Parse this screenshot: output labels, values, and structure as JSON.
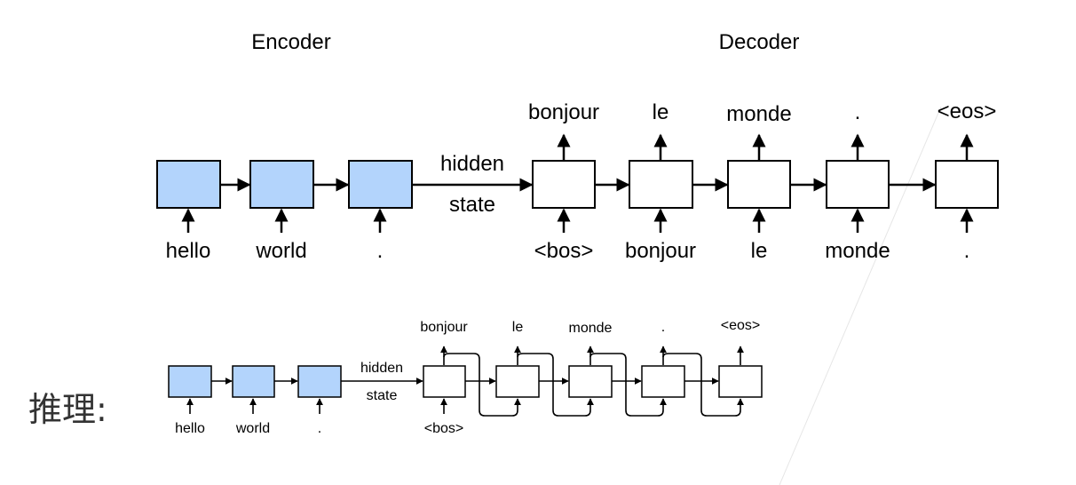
{
  "colors": {
    "encoder_fill": "#b3d4fc",
    "decoder_fill": "#ffffff",
    "stroke": "#000000",
    "side_text": "#333333"
  },
  "training": {
    "encoder_title": "Encoder",
    "decoder_title": "Decoder",
    "encoder_inputs": [
      "hello",
      "world",
      "."
    ],
    "hidden_label_1": "hidden",
    "hidden_label_2": "state",
    "decoder_inputs": [
      "<bos>",
      "bonjour",
      "le",
      "monde",
      "."
    ],
    "decoder_outputs": [
      "bonjour",
      "le",
      "monde",
      ".",
      "<eos>"
    ]
  },
  "inference": {
    "side_label": "推理:",
    "encoder_inputs": [
      "hello",
      "world",
      "."
    ],
    "hidden_label_1": "hidden",
    "hidden_label_2": "state",
    "decoder_input": "<bos>",
    "decoder_outputs": [
      "bonjour",
      "le",
      "monde",
      ".",
      "<eos>"
    ]
  }
}
